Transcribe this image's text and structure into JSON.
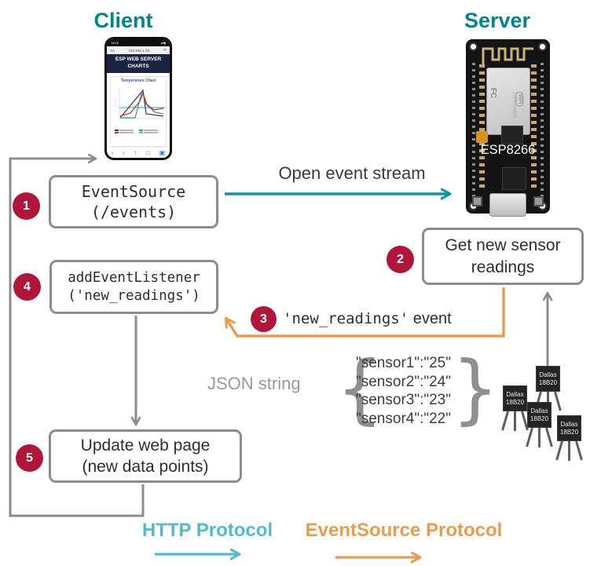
{
  "titles": {
    "client": "Client",
    "server": "Server"
  },
  "colors": {
    "teal_title": "#00858E",
    "teal_arrow": "#0E93A1",
    "teal_light": "#4FBCCB",
    "orange": "#E89C4D",
    "crimson_badge": "#B0153A",
    "gray_line": "#8C8C8C",
    "text": "#3B3B3B",
    "json_label_gray": "#9A9A9A",
    "phone_header_bg": "#1B2440"
  },
  "phone": {
    "status_time": "14:02",
    "status_icons": "▴▾▮",
    "reader_button": "AA",
    "address": "192.168.1.XX",
    "refresh_icon": "⟳",
    "header_line1": "ESP WEB SERVER",
    "header_line2": "CHARTS",
    "chart_title": "Temperature Chart",
    "nav": {
      "back": "‹",
      "forward": "›",
      "share": "↑",
      "bookmarks": "□",
      "tabs": "▣"
    }
  },
  "board": {
    "label": "ESP8266",
    "fc": "FC",
    "wifi": "WiFi",
    "module": "ESP8266MOD"
  },
  "steps": {
    "s1": "1",
    "s2": "2",
    "s3": "3",
    "s4": "4",
    "s5": "5"
  },
  "boxes": {
    "eventsource": {
      "line1": "EventSource",
      "line2": "(/events)"
    },
    "get_readings": {
      "line1": "Get new sensor",
      "line2": "readings"
    },
    "add_listener": {
      "line1": "addEventListener",
      "line2": "('new_readings')"
    },
    "update_page": {
      "line1": "Update web page",
      "line2": "(new data points)"
    }
  },
  "labels": {
    "open_event_stream": "Open event stream",
    "event_code": "'new_readings'",
    "event_rest": " event"
  },
  "json_block": {
    "label": "JSON string",
    "brace_left": "{",
    "brace_right": "}",
    "lines": [
      "\"sensor1\":\"25\"",
      "\"sensor2\":\"24\"",
      "\"sensor3\":\"23\"",
      "\"sensor4\":\"22\""
    ]
  },
  "sensors": {
    "line1": "Dallas",
    "line2": "18B20",
    "count": 4
  },
  "legend": {
    "http": "HTTP Protocol",
    "eventsource": "EventSource Protocol"
  }
}
